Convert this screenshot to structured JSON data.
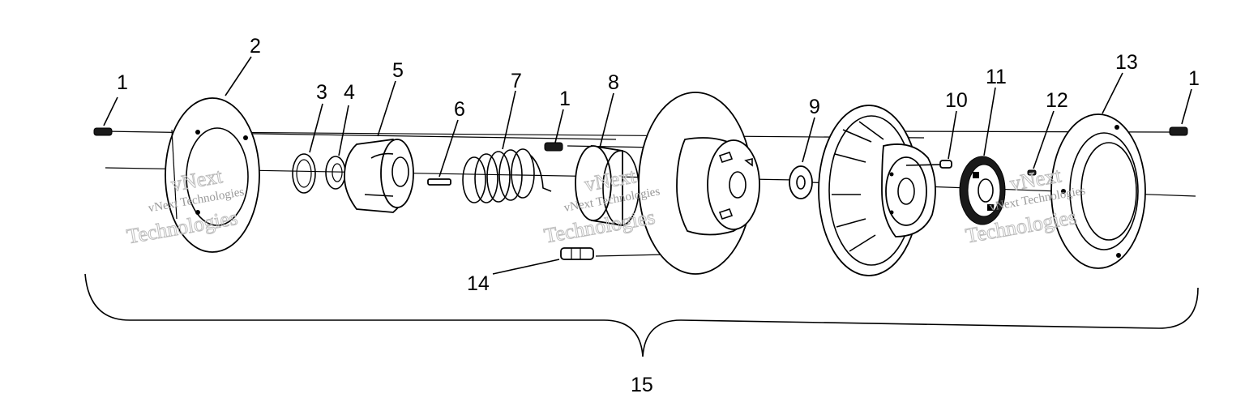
{
  "callouts": {
    "c1a": "1",
    "c2": "2",
    "c3": "3",
    "c4": "4",
    "c5": "5",
    "c6": "6",
    "c7": "7",
    "c1b": "1",
    "c8": "8",
    "c9": "9",
    "c10": "10",
    "c11": "11",
    "c12": "12",
    "c13": "13",
    "c1c": "1",
    "c14": "14",
    "c15": "15"
  },
  "watermark": {
    "w1_line1": "vNext",
    "w1_line2": "vNext Technologies",
    "w1_line3": "Technologies",
    "w2_line1": "vNext",
    "w2_line2": "vNext Technologies",
    "w2_line3": "Technologies",
    "w3_line1": "vNext",
    "w3_line2": "vNext Technologies",
    "w3_line3": "Technologies"
  }
}
